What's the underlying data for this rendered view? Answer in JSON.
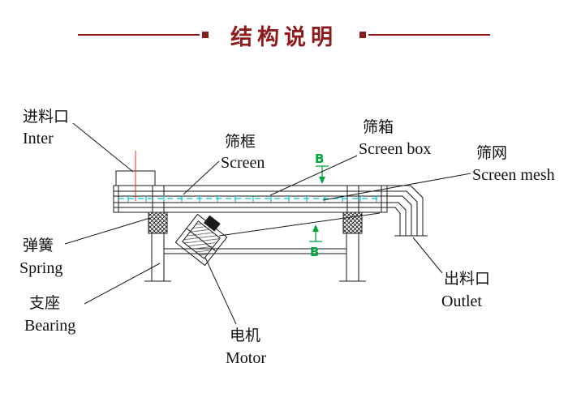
{
  "header": {
    "title": "结构说明"
  },
  "diagram": {
    "section_marker": "B",
    "labels": {
      "inlet": {
        "zh": "进料口",
        "en": "Inter"
      },
      "screen_frame": {
        "zh": "筛框",
        "en": "Screen"
      },
      "screen_box": {
        "zh": "筛箱",
        "en": "Screen box"
      },
      "screen_mesh": {
        "zh": "筛网",
        "en": "Screen mesh"
      },
      "spring": {
        "zh": "弹簧",
        "en": "Spring"
      },
      "bearing": {
        "zh": "支座",
        "en": "Bearing"
      },
      "motor": {
        "zh": "电机",
        "en": "Motor"
      },
      "outlet": {
        "zh": "出料口",
        "en": "Outlet"
      }
    }
  },
  "colors": {
    "accent_red": "#8e1b1b",
    "line_black": "#1a1a1a",
    "mesh_cyan": "#00c8c8",
    "section_marker_green": "#00a73c",
    "centerline_red": "#e03535"
  }
}
